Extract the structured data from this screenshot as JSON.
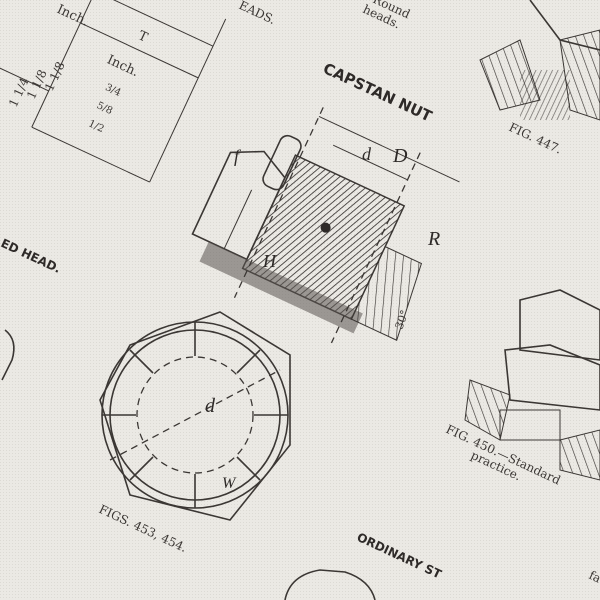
{
  "table": {
    "col1_header": "Inch.",
    "col2_top": "T",
    "col2_header": "Inch.",
    "col1_values": [
      "1 1/4",
      "1 1/8",
      "1 1/8"
    ],
    "col2_values": [
      "3/4",
      "5/8",
      "1/2"
    ]
  },
  "captions": {
    "heads_fragment": "EADS.",
    "round_heads": "Round",
    "round_heads_2": "heads.",
    "capstan_title": "CAPSTAN NUT",
    "fig447": "FIG. 447.",
    "ed_head": "ED HEAD.",
    "fig450_line1": "FIG. 450.—Standard",
    "fig450_line2": "practice.",
    "figs453": "FIGS. 453, 454.",
    "ordinary": "ORDINARY ST",
    "fa_fragment": "fa"
  },
  "dimensions": {
    "D": "D",
    "d_top": "d",
    "f": "f",
    "H": "H",
    "R": "R",
    "angle": "30°",
    "d_circle": "d",
    "W": "W"
  }
}
